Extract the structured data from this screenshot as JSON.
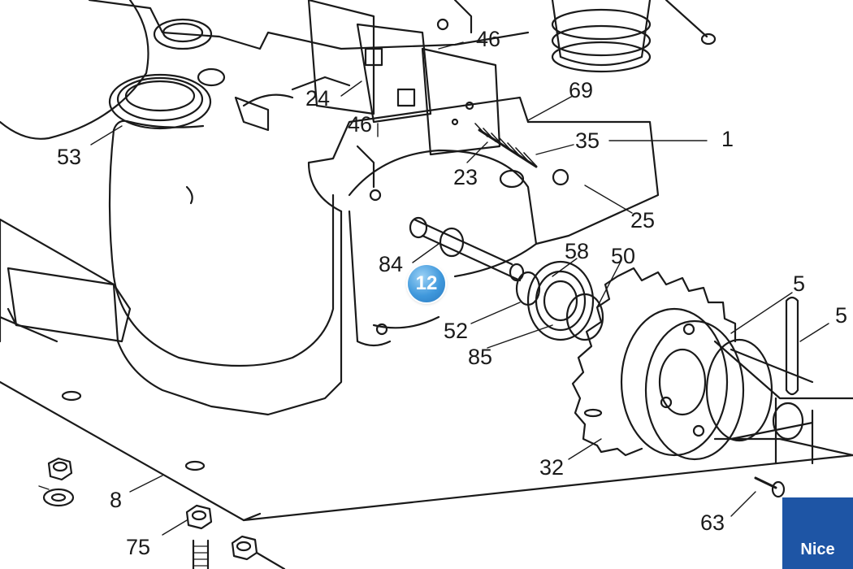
{
  "diagram": {
    "badge_number": "12",
    "brand": "Nice",
    "labels": {
      "l53": "53",
      "l24": "24",
      "l46a": "46",
      "l46b": "46",
      "l69": "69",
      "l35": "35",
      "l1": "1",
      "l23": "23",
      "l25": "25",
      "l84": "84",
      "l58": "58",
      "l50": "50",
      "l5a": "5",
      "l5b": "5",
      "l52": "52",
      "l85": "85",
      "l32": "32",
      "l8": "8",
      "l75": "75",
      "l63": "63"
    }
  }
}
